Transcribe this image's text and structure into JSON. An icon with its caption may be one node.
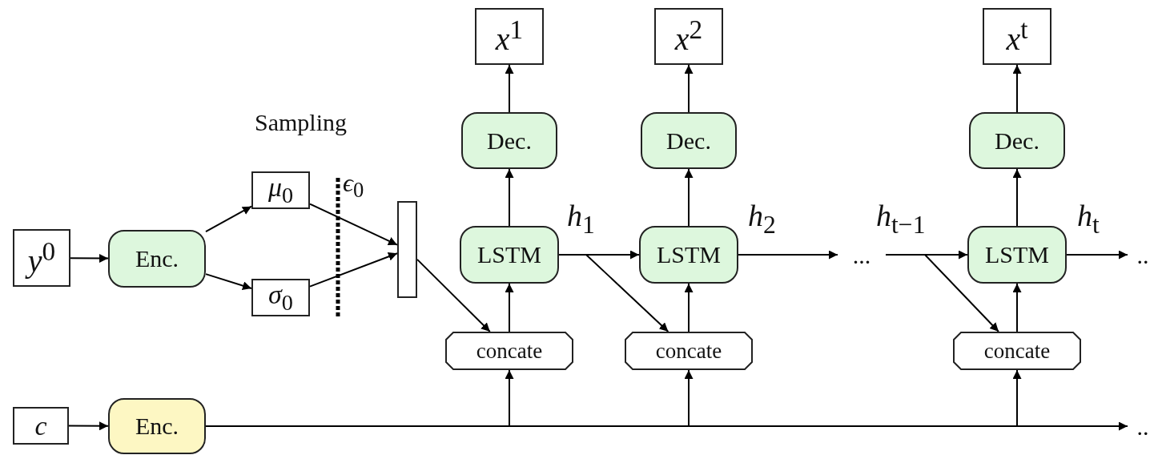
{
  "diagram": {
    "nodes": [
      {
        "text": [
          "*y*$^{0}$"
        ]
      },
      {
        "text": [
          "Enc."
        ]
      },
      {
        "text": [
          "*μ*$_{0}$"
        ]
      },
      {
        "text": [
          "*σ*$_{0}$"
        ]
      },
      {
        "text": [],
        "shape": "box"
      },
      {
        "text": [
          "*x*$^{1}$"
        ]
      },
      {
        "text": [
          "Dec."
        ]
      },
      {
        "text": [
          "LSTM"
        ]
      },
      {
        "text": [
          "concate"
        ]
      },
      {
        "text": [
          "*x*$^{2}$"
        ]
      },
      {
        "text": [
          "Dec."
        ]
      },
      {
        "text": [
          "LSTM"
        ]
      },
      {
        "text": [
          "concate"
        ]
      },
      {
        "text": [
          "*x*$^{t}$"
        ]
      },
      {
        "text": [
          "Dec."
        ]
      },
      {
        "text": [
          "LSTM"
        ]
      },
      {
        "text": [
          "concate"
        ]
      },
      {
        "text": [
          "*c*"
        ]
      },
      {
        "text": [
          "Enc."
        ]
      },
      {
        "text": [
          "..."
        ]
      },
      {
        "text": [
          ".."
        ]
      },
      {
        "text": [
          ".."
        ]
      }
    ],
    "edges": [
      {
        "from": 0,
        "to": 1,
        "arrow": "to"
      },
      {
        "from": 1,
        "to": 2,
        "arrow": "to"
      },
      {
        "from": 1,
        "to": 3,
        "arrow": "to"
      },
      {
        "from": 2,
        "to": 4,
        "arrow": "to"
      },
      {
        "from": 3,
        "to": 4,
        "arrow": "to"
      },
      {
        "from": 4,
        "to": 8,
        "arrow": "to"
      },
      {
        "from": 8,
        "to": 7,
        "arrow": "to"
      },
      {
        "from": 7,
        "to": 6,
        "arrow": "to"
      },
      {
        "from": 6,
        "to": 5,
        "arrow": "to"
      },
      {
        "from": 7,
        "to": 11,
        "arrow": "to",
        "label": "*h*$_{1}$"
      },
      {
        "from": 7,
        "to": 12,
        "arrow": "to"
      },
      {
        "from": 12,
        "to": 11,
        "arrow": "to"
      },
      {
        "from": 11,
        "to": 10,
        "arrow": "to"
      },
      {
        "from": 10,
        "to": 9,
        "arrow": "to"
      },
      {
        "from": 11,
        "to": 19,
        "arrow": "to",
        "label": "*h*$_{2}$"
      },
      {
        "from": 19,
        "to": 15,
        "arrow": "to",
        "label": "*h*$_{t−1}$"
      },
      {
        "from": 19,
        "to": 16,
        "arrow": "to"
      },
      {
        "from": 16,
        "to": 15,
        "arrow": "to"
      },
      {
        "from": 15,
        "to": 14,
        "arrow": "to"
      },
      {
        "from": 14,
        "to": 13,
        "arrow": "to"
      },
      {
        "from": 15,
        "to": 20,
        "arrow": "to",
        "label": "*h*$_{t}$"
      },
      {
        "from": 17,
        "to": 18,
        "arrow": "to"
      },
      {
        "from": 18,
        "to": 8,
        "arrow": "to"
      },
      {
        "from": 18,
        "to": 12,
        "arrow": "to"
      },
      {
        "from": 18,
        "to": 16,
        "arrow": "to"
      },
      {
        "from": 18,
        "to": 21,
        "arrow": "to"
      }
    ],
    "labels": [
      "Sampling",
      "*ϵ*$_{0}$"
    ]
  }
}
